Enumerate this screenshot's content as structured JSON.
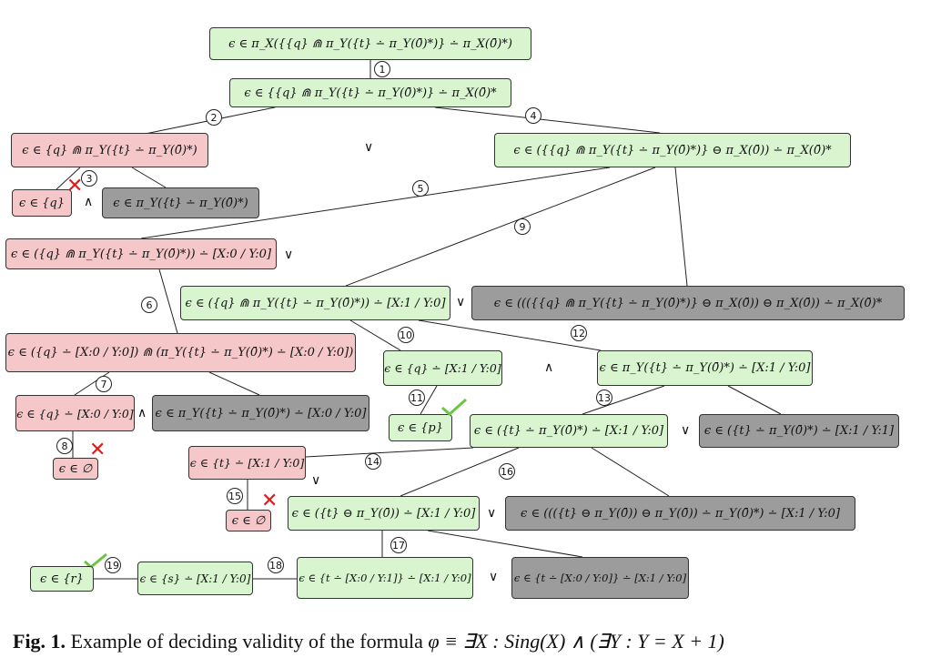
{
  "nodes": {
    "n1": "ϵ ∈ π_X({{q} ⋒ π_Y({t} ∸ π_Y(0̄)*)} ∸ π_X(0̄)*)",
    "n2": "ϵ ∈ {{q} ⋒ π_Y({t} ∸ π_Y(0̄)*)} ∸ π_X(0̄)*",
    "n3": "ϵ ∈ {q} ⋒ π_Y({t} ∸ π_Y(0̄)*)",
    "n4": "ϵ ∈ ({{q} ⋒ π_Y({t} ∸ π_Y(0̄)*)} ⊖ π_X(0̄)) ∸ π_X(0̄)*",
    "n5": "ϵ ∈ {q}",
    "n6": "ϵ ∈ π_Y({t} ∸ π_Y(0̄)*)",
    "n7": "ϵ ∈ ({q} ⋒ π_Y({t} ∸ π_Y(0̄)*)) ∸ [X:0 / Y:0]",
    "n8": "ϵ ∈ ({q} ⋒ π_Y({t} ∸ π_Y(0̄)*)) ∸ [X:1 / Y:0]",
    "n9": "ϵ ∈ ((({{q} ⋒ π_Y({t} ∸ π_Y(0̄)*)} ⊖ π_X(0̄)) ⊖ π_X(0̄)) ∸ π_X(0̄)*",
    "n10": "ϵ ∈ ({q} ∸ [X:0 / Y:0]) ⋒ (π_Y({t} ∸ π_Y(0̄)*) ∸ [X:0 / Y:0])",
    "n11": "ϵ ∈ {q} ∸ [X:1 / Y:0]",
    "n12": "ϵ ∈ π_Y({t} ∸ π_Y(0̄)*) ∸ [X:1 / Y:0]",
    "n13": "ϵ ∈ {q} ∸ [X:0 / Y:0]",
    "n14": "ϵ ∈ π_Y({t} ∸ π_Y(0̄)*) ∸ [X:0 / Y:0]",
    "n15": "ϵ ∈ {p}",
    "n16": "ϵ ∈ ({t} ∸ π_Y(0̄)*) ∸ [X:1 / Y:0]",
    "n17": "ϵ ∈ ({t} ∸ π_Y(0̄)*) ∸ [X:1 / Y:1]",
    "n18": "ϵ ∈ ∅",
    "n19": "ϵ ∈ {t} ∸ [X:1 / Y:0]",
    "n20": "ϵ ∈ ({t} ⊖ π_Y(0̄)) ∸ [X:1 / Y:0]",
    "n21": "ϵ ∈ ((({t} ⊖ π_Y(0̄)) ⊖ π_Y(0̄)) ∸ π_Y(0̄)*) ∸ [X:1 / Y:0]",
    "n22": "ϵ ∈ ∅",
    "n23": "ϵ ∈ {r}",
    "n24": "ϵ ∈ {s} ∸ [X:1 / Y:0]",
    "n25": "ϵ ∈ {t ∸ [X:0 / Y:1]} ∸ [X:1 / Y:0]",
    "n26": "ϵ ∈ {t ∸ [X:0 / Y:0]} ∸ [X:1 / Y:0]"
  },
  "step_numbers": [
    "1",
    "2",
    "3",
    "4",
    "5",
    "6",
    "7",
    "8",
    "9",
    "10",
    "11",
    "12",
    "13",
    "14",
    "15",
    "16",
    "17",
    "18",
    "19"
  ],
  "operators": {
    "or": "∨",
    "and": "∧"
  },
  "colors": {
    "valid": "#d8f5cf",
    "invalid": "#f5c7c9",
    "pruned": "#9c9c9c",
    "cross": "#e0191e",
    "check": "#6cc644"
  },
  "caption": {
    "label": "Fig. 1.",
    "text": "Example of deciding validity of the formula",
    "formula": "φ ≡ ∃X : Sing(X) ∧ (∃Y : Y = X + 1)"
  }
}
